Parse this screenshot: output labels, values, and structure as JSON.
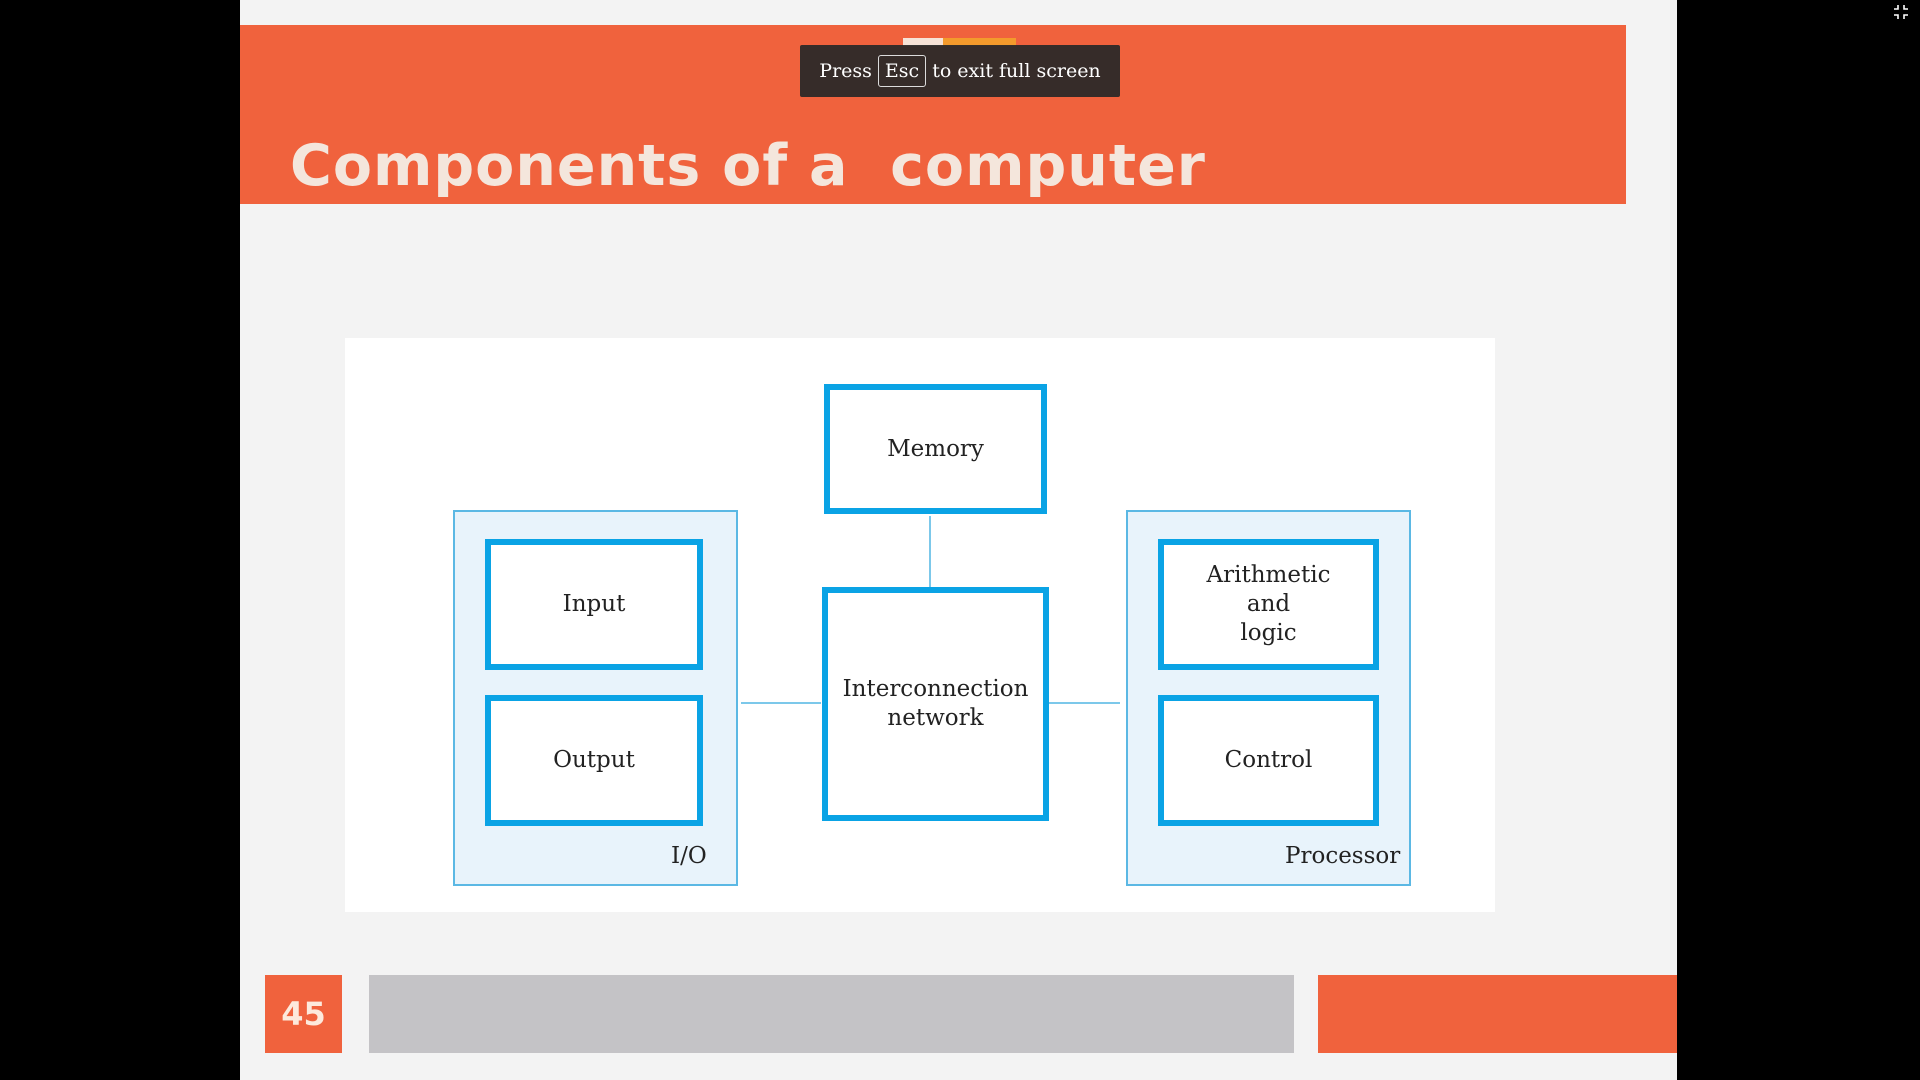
{
  "fullscreen_toast": {
    "press": "Press",
    "key": "Esc",
    "rest": "to exit full screen"
  },
  "slide": {
    "title": "Components of a  computer",
    "page_number": "45",
    "colors": {
      "accent": "#f0623d",
      "accent_strip": [
        "#f6e3d7",
        "#f39a2c"
      ],
      "footer_gray": "#c4c3c6",
      "box_border": "#0aa3e5",
      "group_fill": "#e8f3fb"
    }
  },
  "diagram": {
    "memory": "Memory",
    "interconnect": "Interconnection\nnetwork",
    "io_group": {
      "label": "I/O",
      "input": "Input",
      "output": "Output"
    },
    "processor_group": {
      "label": "Processor",
      "alu": "Arithmetic\nand\nlogic",
      "control": "Control"
    }
  },
  "icons": {
    "exit_fullscreen": "exit-fullscreen-icon"
  }
}
